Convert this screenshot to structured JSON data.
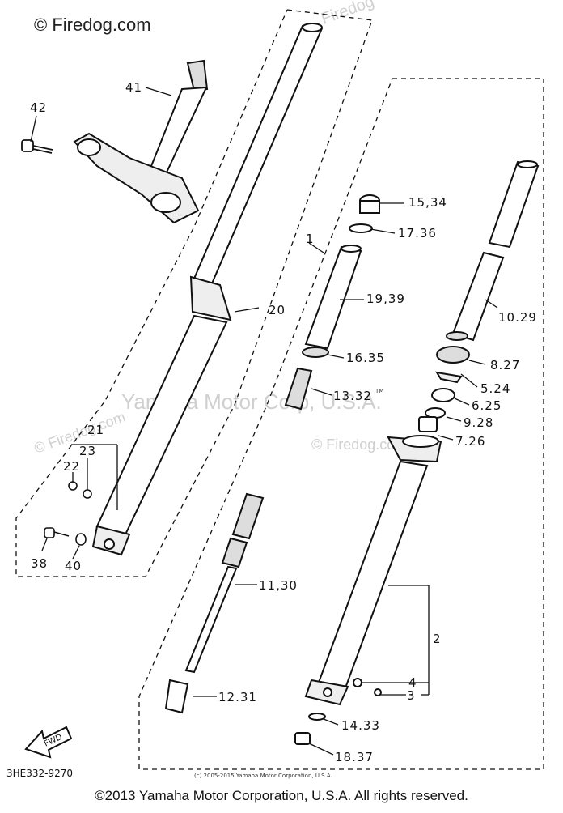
{
  "watermarks": {
    "corner": "© Firedog.com",
    "center": "Yamaha Motor Corp, U.S.A.",
    "left_mid": "© Firedog.com",
    "right_mid": "© Firedog.com",
    "top_mid": "Firedog"
  },
  "callouts": {
    "c1": "1",
    "c2": "2",
    "c3": "3",
    "c4": "4",
    "c5_24": "5.24",
    "c6_25": "6.25",
    "c7_26": "7.26",
    "c8_27": "8.27",
    "c9_28": "9.28",
    "c10_29": "10.29",
    "c11_30": "11,30",
    "c12_31": "12.31",
    "c13_32": "13.32",
    "c14_33": "14.33",
    "c15_34": "15,34",
    "c16_35": "16.35",
    "c17_36": "17.36",
    "c18_37": "18.37",
    "c19_39": "19,39",
    "c20": "20",
    "c21": "21",
    "c22": "22",
    "c23": "23",
    "c38": "38",
    "c40": "40",
    "c41": "41",
    "c42": "42"
  },
  "fwd_label": "FWD",
  "diagram_code": "3HE332-9270",
  "small_copyright": "(c) 2005-2015 Yamaha Motor Corporation, U.S.A.",
  "trademark": "TM",
  "footer": "©2013 Yamaha Motor Corporation, U.S.A. All rights reserved."
}
